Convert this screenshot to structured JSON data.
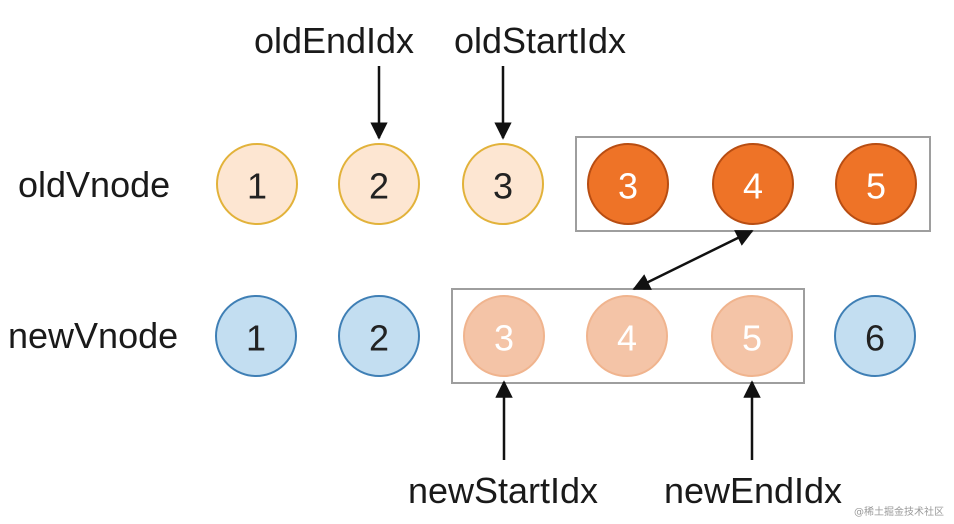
{
  "rows": {
    "old": {
      "label": "oldVnode",
      "nodes": [
        {
          "text": "1",
          "style": "old_light"
        },
        {
          "text": "2",
          "style": "old_light"
        },
        {
          "text": "3",
          "style": "old_light"
        },
        {
          "text": "3",
          "style": "old_dark"
        },
        {
          "text": "4",
          "style": "old_dark"
        },
        {
          "text": "5",
          "style": "old_dark"
        }
      ]
    },
    "new": {
      "label": "newVnode",
      "nodes": [
        {
          "text": "1",
          "style": "new_blue"
        },
        {
          "text": "2",
          "style": "new_blue"
        },
        {
          "text": "3",
          "style": "new_peach"
        },
        {
          "text": "4",
          "style": "new_peach"
        },
        {
          "text": "5",
          "style": "new_peach"
        },
        {
          "text": "6",
          "style": "new_blue"
        }
      ]
    }
  },
  "pointers": {
    "old_end": "oldEndIdx",
    "old_start": "oldStartIdx",
    "new_start": "newStartIdx",
    "new_end": "newEndIdx"
  },
  "colors": {
    "old_light_fill": "#fde6d2",
    "old_light_stroke": "#e2b23a",
    "old_light_text": "#222222",
    "old_dark_fill": "#ee7327",
    "old_dark_stroke": "#b84d12",
    "old_dark_text": "#ffffff",
    "new_blue_fill": "#c3def1",
    "new_blue_stroke": "#3f7fb5",
    "new_blue_text": "#222222",
    "new_peach_fill": "#f4c4a7",
    "new_peach_stroke": "#f0b48e",
    "new_peach_text": "#ffffff",
    "box_stroke": "#9e9e9e",
    "arrow": "#111111"
  },
  "watermark": "@稀土掘金技术社区"
}
